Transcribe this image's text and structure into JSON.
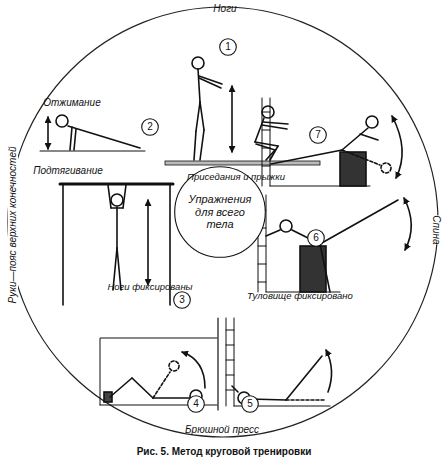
{
  "diagram": {
    "caption": "Рис. 5. Метод круговой тренировки",
    "nodes": [
      {
        "text": [
          "1"
        ]
      },
      {
        "text": [
          "2"
        ]
      },
      {
        "text": [
          "3"
        ]
      },
      {
        "text": [
          "4"
        ]
      },
      {
        "text": [
          "5"
        ]
      },
      {
        "text": [
          "6"
        ]
      },
      {
        "text": [
          "7"
        ]
      },
      {
        "text": [
          "Упражнения для всего тела"
        ]
      }
    ],
    "labels": [
      "Ноги",
      "Руки—пояс верхних конечностей",
      "Спина",
      "Брюшной пресс",
      "Отжимание",
      "Приседания и прыжки",
      "Подтягивание",
      "Ноги фиксированы",
      "Туловище фиксировано"
    ]
  }
}
